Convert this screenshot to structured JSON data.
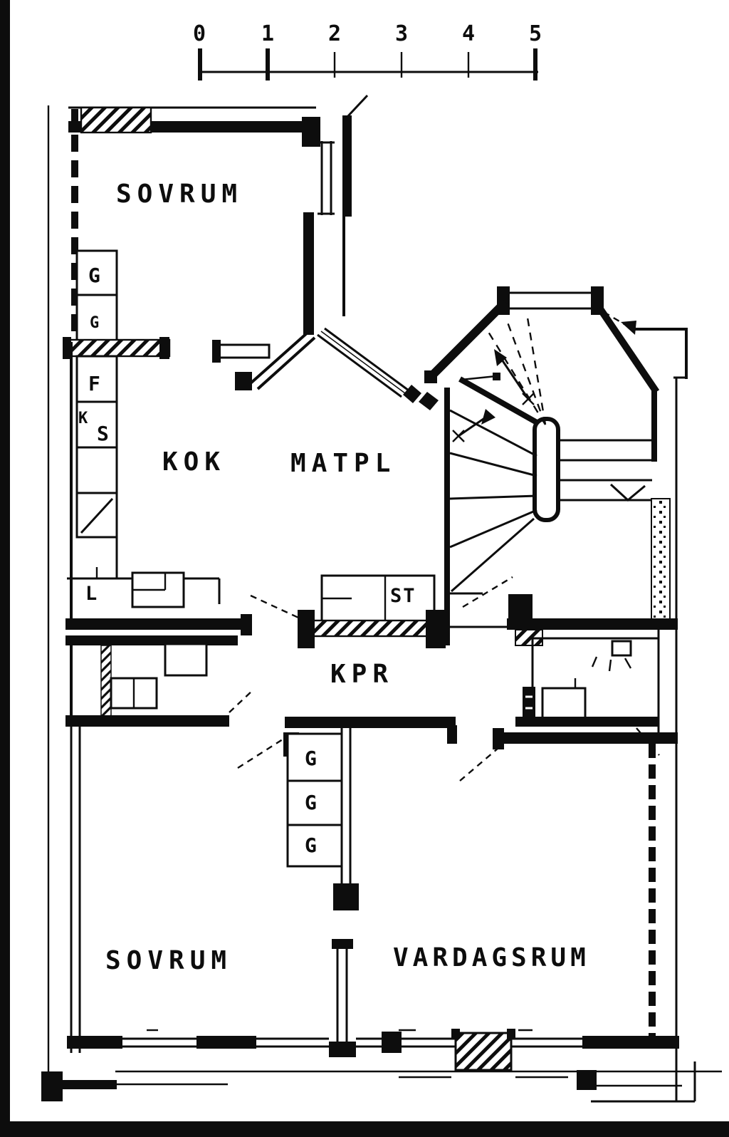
{
  "drawing": {
    "kind": "scanned apartment floor plan",
    "ink_color": "#0d0d0d",
    "paper_color": "#ffffff"
  },
  "scale_bar": {
    "ticks": [
      "0",
      "1",
      "2",
      "3",
      "4",
      "5"
    ]
  },
  "rooms": {
    "sovrum_top": "SOVRUM",
    "kok": "KOK",
    "matpl": "MATPL",
    "kpr": "KPR",
    "st": "ST",
    "sovrum_bottom": "SOVRUM",
    "vardagsrum": "VARDAGSRUM"
  },
  "fixtures": {
    "wardrobe": "G",
    "fridge": "F",
    "k": "K",
    "s": "S",
    "l": "L"
  }
}
